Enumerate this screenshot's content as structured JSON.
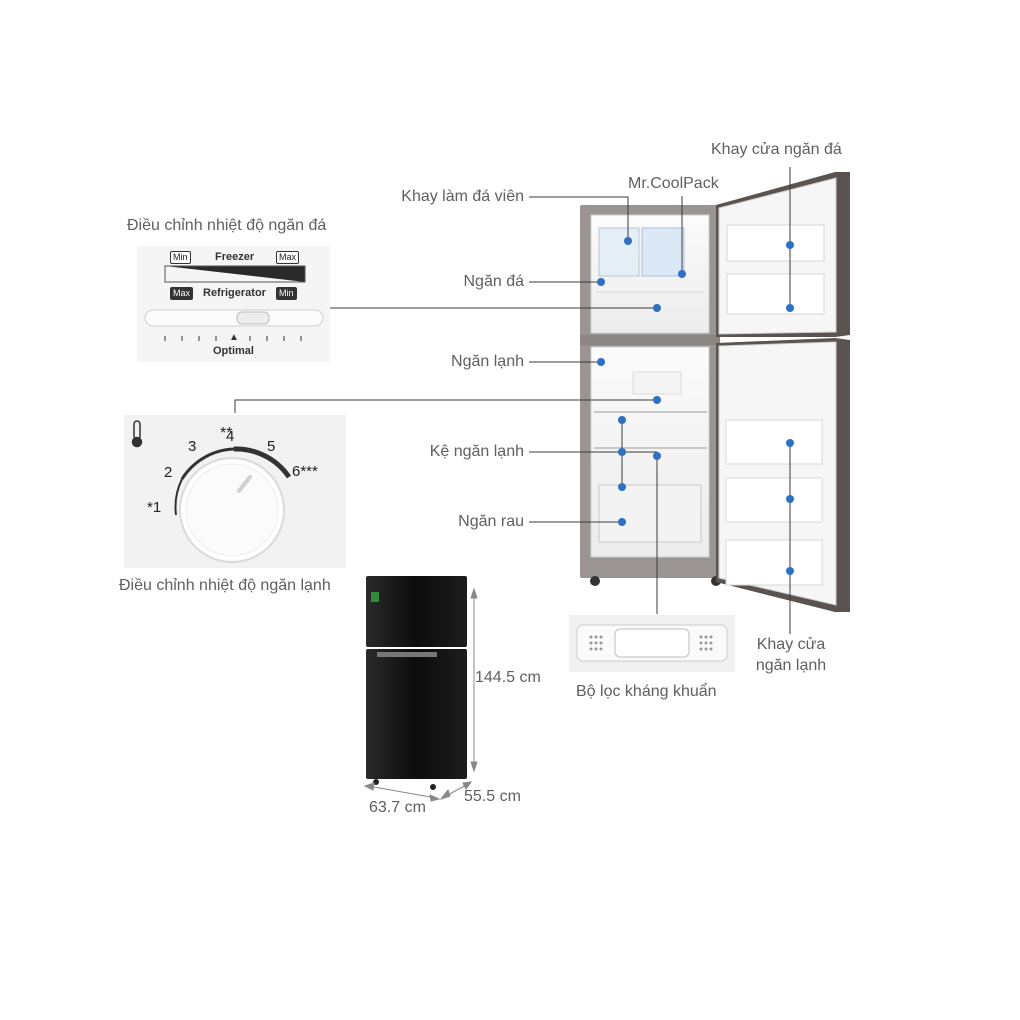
{
  "labels": {
    "freezer_control": "Điều chỉnh nhiệt độ ngăn đá",
    "fridge_control": "Điều chỉnh nhiệt độ ngăn lạnh",
    "ice_tray": "Khay làm đá viên",
    "coolpack": "Mr.CoolPack",
    "freezer_door_tray": "Khay cửa ngăn đá",
    "freezer": "Ngăn đá",
    "fridge": "Ngăn lạnh",
    "fridge_shelf": "Kệ ngăn lạnh",
    "vegetable": "Ngăn rau",
    "fridge_door_tray_1": "Khay cửa",
    "fridge_door_tray_2": "ngăn lạnh",
    "filter": "Bộ lọc kháng khuẩn"
  },
  "freezer_panel": {
    "min_top": "Min",
    "freezer": "Freezer",
    "max_top": "Max",
    "max_bottom": "Max",
    "refrigerator": "Refrigerator",
    "min_bottom": "Min",
    "optimal": "Optimal",
    "optimal_marker": "▲"
  },
  "dial_panel": {
    "marks": [
      "*1",
      "2",
      "3",
      "4",
      "5",
      "6***"
    ],
    "top_stars": "**",
    "thermometer_icon": "thermometer-icon"
  },
  "dimensions": {
    "height": "144.5 cm",
    "width": "63.7 cm",
    "depth": "55.5 cm"
  },
  "colors": {
    "accent_blue": "#2f6fc4",
    "label_gray": "#5f5f5f",
    "fridge_black": "#151515",
    "frame_bronze": "#5b5350"
  }
}
